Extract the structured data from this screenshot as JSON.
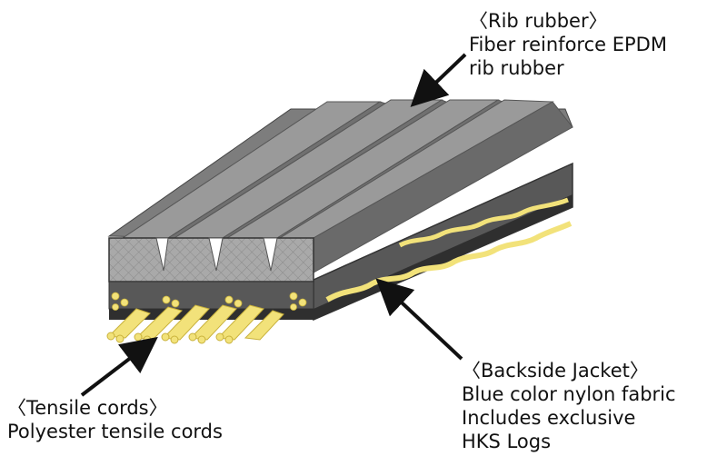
{
  "labels": {
    "rib": {
      "heading": "〈Rib rubber〉",
      "lines": [
        "Fiber reinforce EPDM",
        "rib rubber"
      ]
    },
    "backside": {
      "heading": "〈Backside Jacket〉",
      "lines": [
        "Blue color nylon fabric",
        "Includes exclusive",
        "HKS Logs"
      ]
    },
    "tensile": {
      "heading": "〈Tensile cords〉",
      "lines": [
        "Polyester tensile cords"
      ]
    }
  },
  "colors": {
    "rib_top": "#8f8f8f",
    "rib_side": "#6f6f6f",
    "rib_front": "#a8a8a8",
    "body_side": "#5a5a5a",
    "jacket": "#3a3a3a",
    "cord": "#f2e27a",
    "cord_dark": "#c9b23c",
    "arrow": "#111111"
  }
}
